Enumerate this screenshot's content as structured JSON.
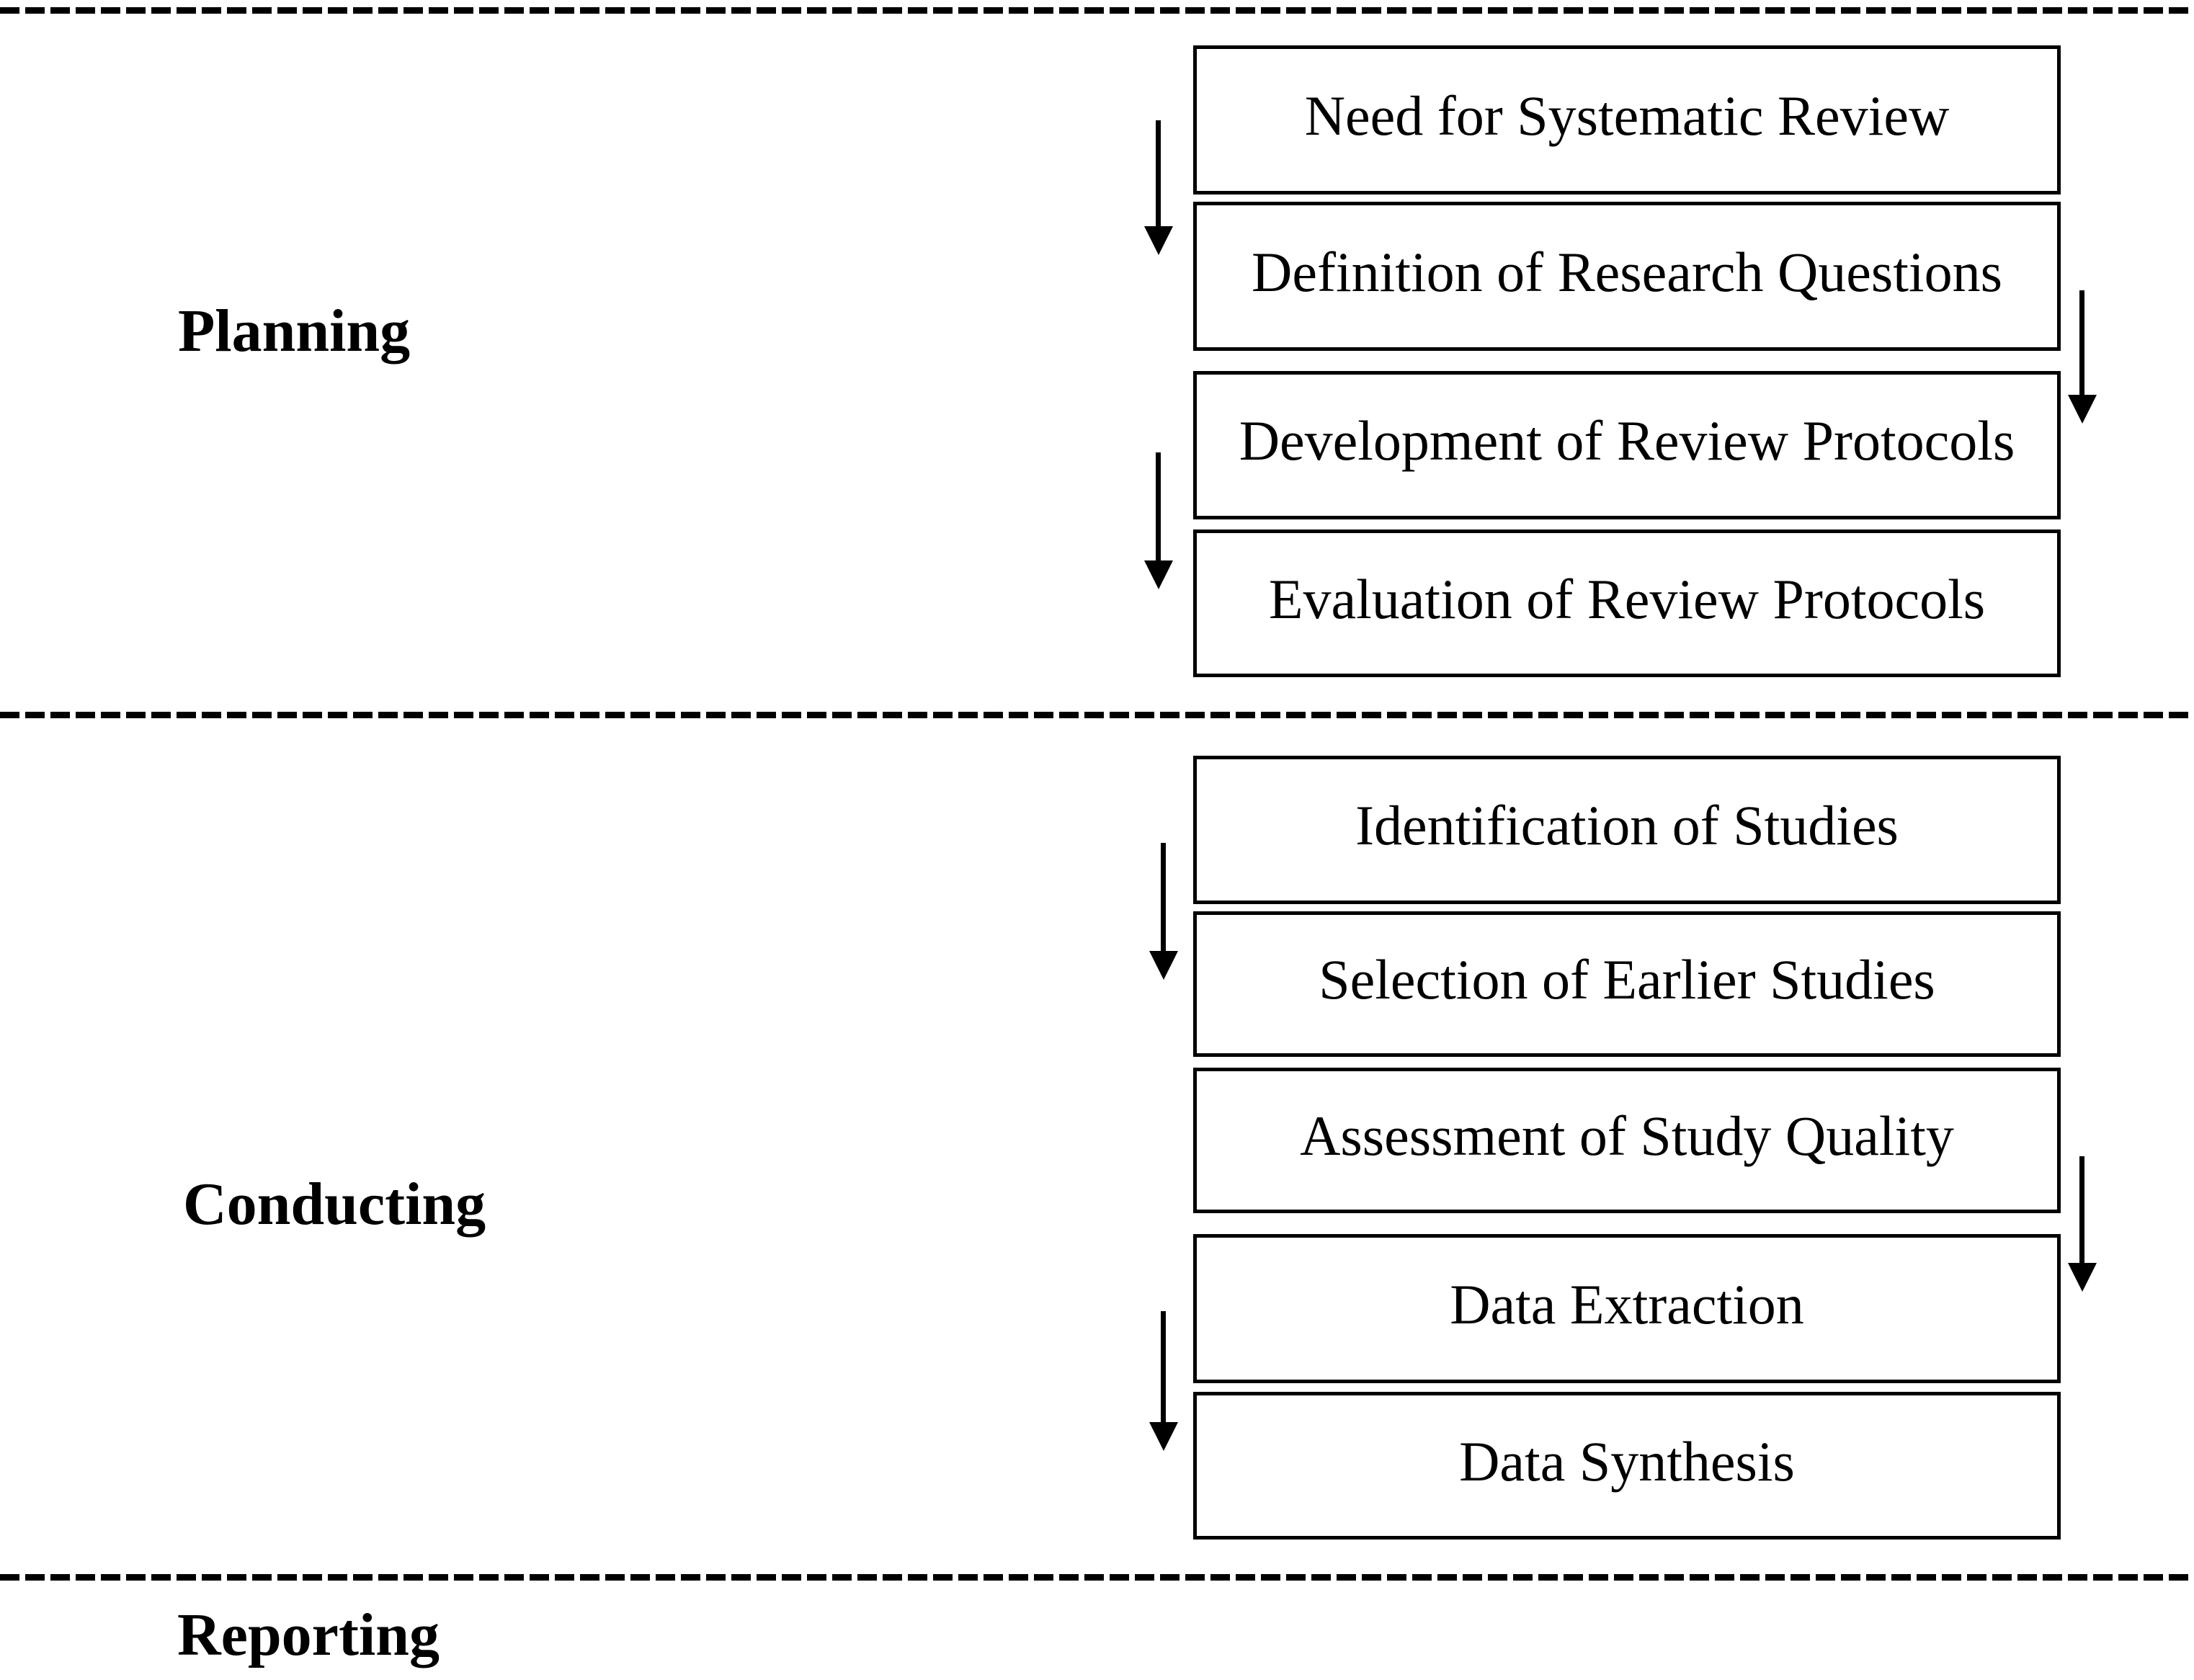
{
  "phases": [
    {
      "label": "Planning"
    },
    {
      "label": "Conducting"
    },
    {
      "label": "Reporting"
    }
  ],
  "steps": [
    {
      "label": "Need for Systematic Review",
      "phase": "Planning"
    },
    {
      "label": "Definition of Research Questions",
      "phase": "Planning"
    },
    {
      "label": "Development of Review Protocols",
      "phase": "Planning"
    },
    {
      "label": "Evaluation of Review Protocols",
      "phase": "Planning"
    },
    {
      "label": "Identification of Studies",
      "phase": "Conducting"
    },
    {
      "label": "Selection of Earlier Studies",
      "phase": "Conducting"
    },
    {
      "label": "Assessment of Study Quality",
      "phase": "Conducting"
    },
    {
      "label": "Data Extraction",
      "phase": "Conducting"
    },
    {
      "label": "Data Synthesis",
      "phase": "Conducting"
    }
  ],
  "flow": {
    "arrows": [
      {
        "from": "Need for Systematic Review",
        "to": "Definition of Research Questions",
        "side": "left"
      },
      {
        "from": "Definition of Research Questions",
        "to": "Development of Review Protocols",
        "side": "right"
      },
      {
        "from": "Development of Review Protocols",
        "to": "Evaluation of Review Protocols",
        "side": "left"
      },
      {
        "from": "Identification of Studies",
        "to": "Selection of Earlier Studies",
        "side": "left"
      },
      {
        "from": "Assessment of Study Quality",
        "to": "Data Extraction",
        "side": "right"
      },
      {
        "from": "Data Extraction",
        "to": "Data Synthesis",
        "side": "left"
      }
    ]
  },
  "colors": {
    "ink": "#000000",
    "background": "#ffffff"
  }
}
